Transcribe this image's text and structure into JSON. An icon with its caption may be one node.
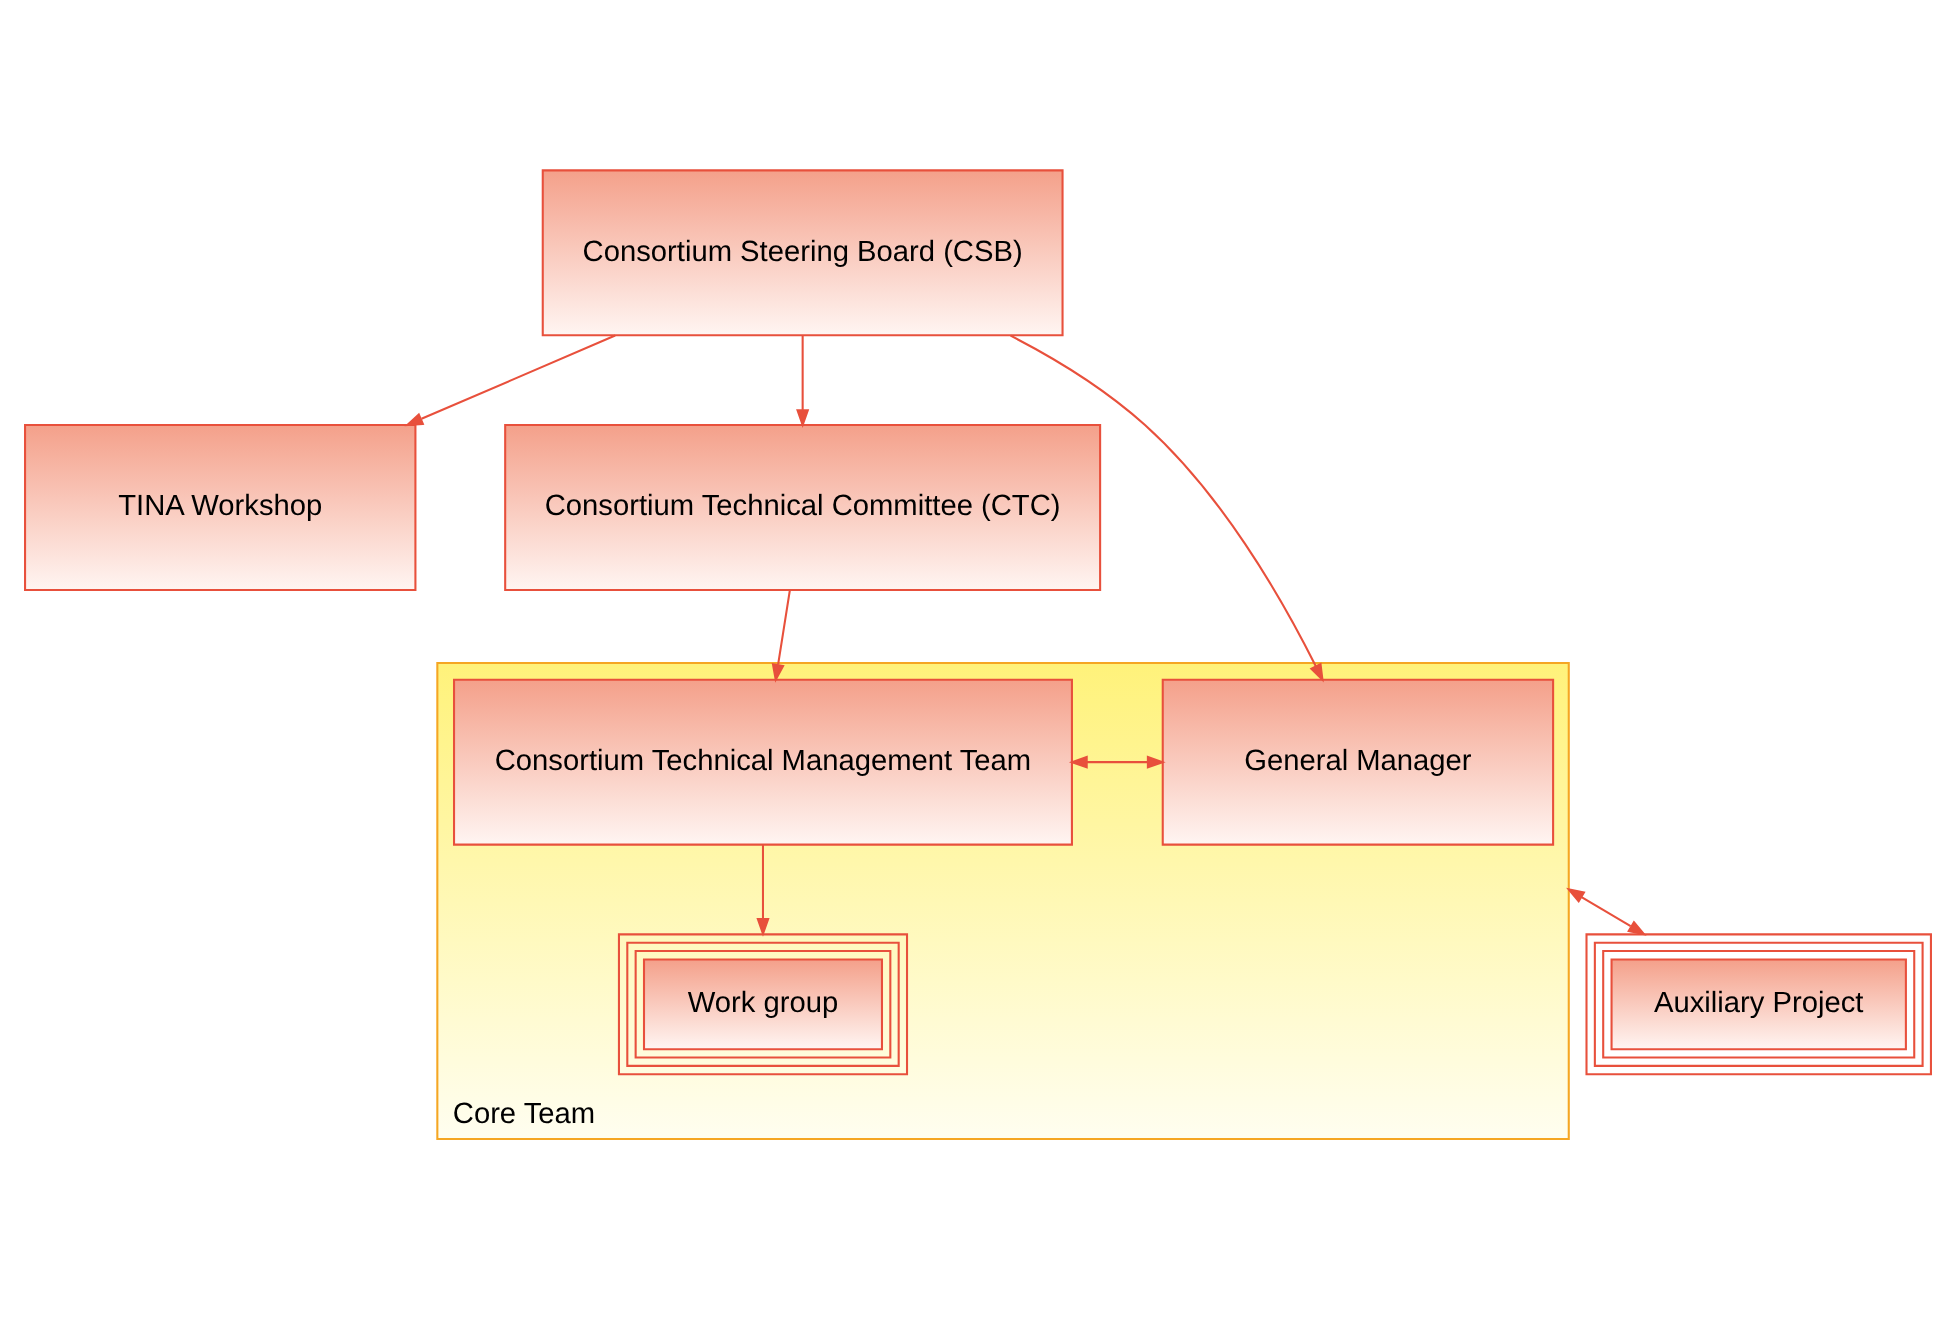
{
  "diagram": {
    "nodes": [
      {
        "text": [
          "Consortium Steering Board (CSB)"
        ]
      },
      {
        "text": [
          "TINA Workshop"
        ]
      },
      {
        "text": [
          "Consortium Technical Committee (CTC)"
        ]
      },
      {
        "text": [
          "Core Team"
        ]
      },
      {
        "text": [
          "General Manager"
        ],
        "in": 3
      },
      {
        "text": [
          "Consortium Technical Management Team"
        ],
        "in": 3
      },
      {
        "text": [
          "Work group"
        ],
        "in": 3
      },
      {
        "text": [
          "Auxiliary Project"
        ]
      }
    ],
    "edges": [
      {
        "from": 0,
        "to": 1,
        "arrow": "to"
      },
      {
        "from": 0,
        "to": 2,
        "arrow": "to"
      },
      {
        "from": 0,
        "to": 4,
        "arrow": "to"
      },
      {
        "from": 2,
        "to": 5,
        "arrow": "to"
      },
      {
        "from": 4,
        "to": 5,
        "arrow": "both"
      },
      {
        "from": 5,
        "to": 6,
        "arrow": "to"
      },
      {
        "from": 7,
        "to": 3,
        "arrow": "both"
      }
    ]
  }
}
